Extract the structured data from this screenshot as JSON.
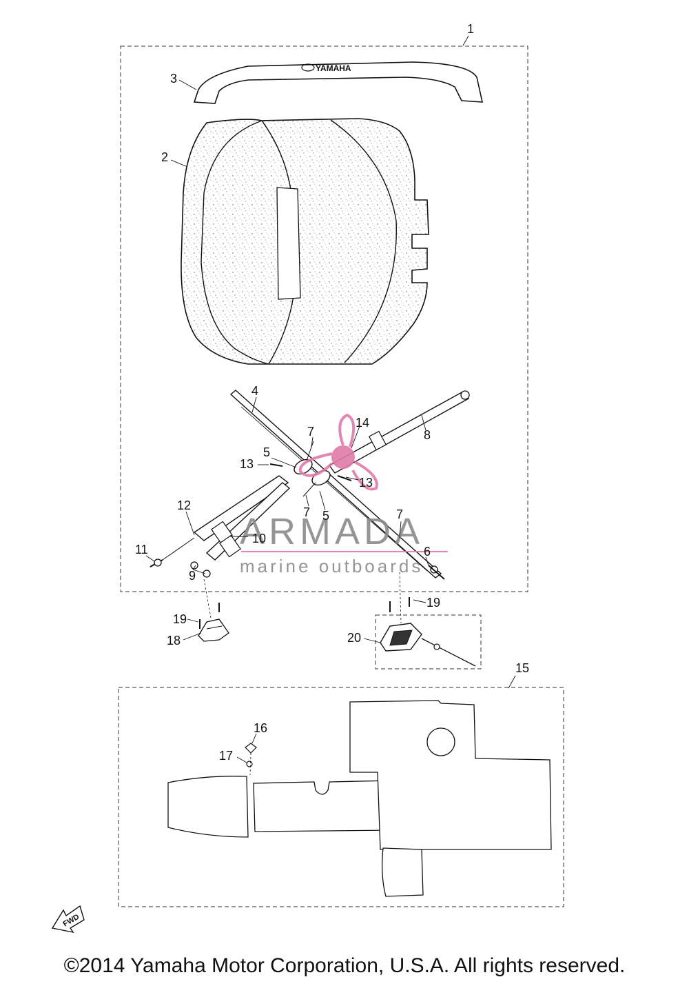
{
  "diagram": {
    "labels": {
      "l1": "1",
      "l2": "2",
      "l3": "3",
      "l4": "4",
      "l5a": "5",
      "l5b": "5",
      "l6": "6",
      "l7a": "7",
      "l7b": "7",
      "l7c": "7",
      "l8": "8",
      "l9": "9",
      "l10": "10",
      "l11": "11",
      "l12": "12",
      "l13a": "13",
      "l13b": "13",
      "l14": "14",
      "l15": "15",
      "l16": "16",
      "l17": "17",
      "l18": "18",
      "l19a": "19",
      "l19b": "19",
      "l20": "20"
    },
    "seat_logo_text": "YAMAHA",
    "fwd_text": "FWD"
  },
  "watermark": {
    "title": "ARMADA",
    "subtitle": "marine outboards",
    "accent_color": "#e07aa8"
  },
  "footer": {
    "copyright": "©2014 Yamaha Motor Corporation, U.S.A. All rights reserved."
  }
}
